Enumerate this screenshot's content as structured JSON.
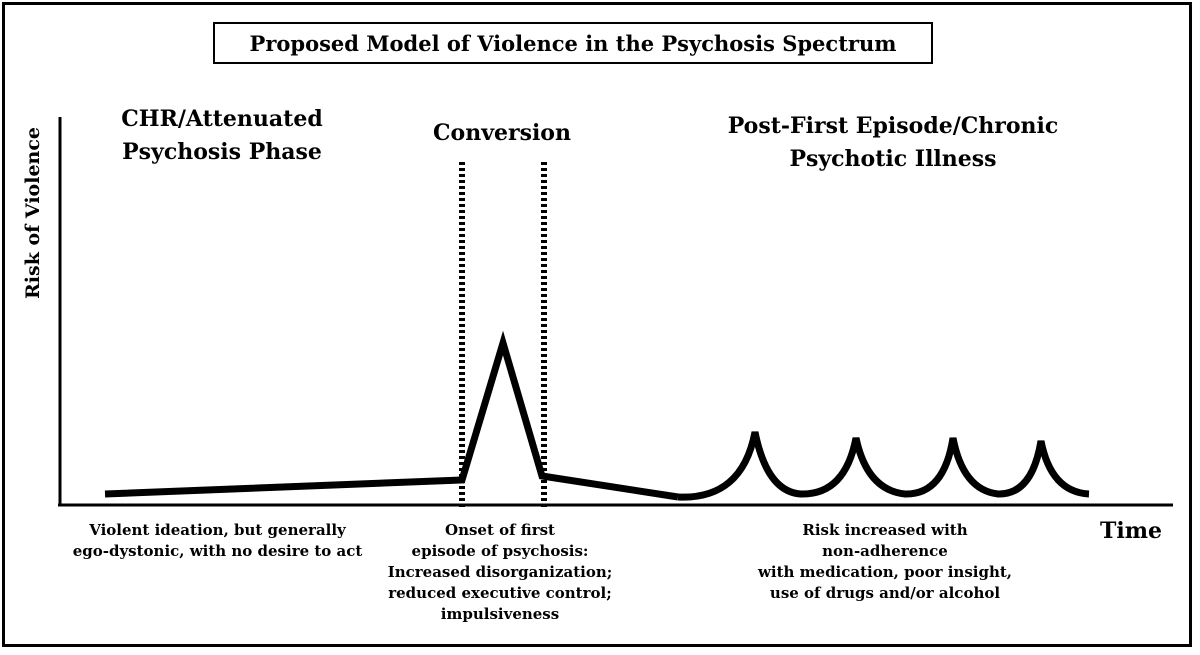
{
  "title": "Proposed Model of Violence in the Psychosis Spectrum",
  "y_axis_label": "Risk of Violence",
  "x_axis_label": "Time",
  "phases": {
    "chr": {
      "line1": "CHR/Attenuated",
      "line2": "Psychosis Phase"
    },
    "conversion": {
      "line1": "Conversion"
    },
    "post": {
      "line1": "Post-First Episode/Chronic",
      "line2": "Psychotic Illness"
    }
  },
  "notes": {
    "chr": {
      "line1": "Violent ideation, but generally",
      "line2": "ego-dystonic, with no desire to act"
    },
    "conversion": {
      "line1": "Onset of first",
      "line2": "episode of psychosis:",
      "line3": "Increased disorganization;",
      "line4": "reduced executive control;",
      "line5": "impulsiveness"
    },
    "post": {
      "line1": "Risk increased with",
      "line2": "non-adherence",
      "line3": "with medication, poor insight,",
      "line4": "use of drugs and/or alcohol"
    }
  },
  "colors": {
    "ink": "#000000",
    "background": "#ffffff"
  }
}
